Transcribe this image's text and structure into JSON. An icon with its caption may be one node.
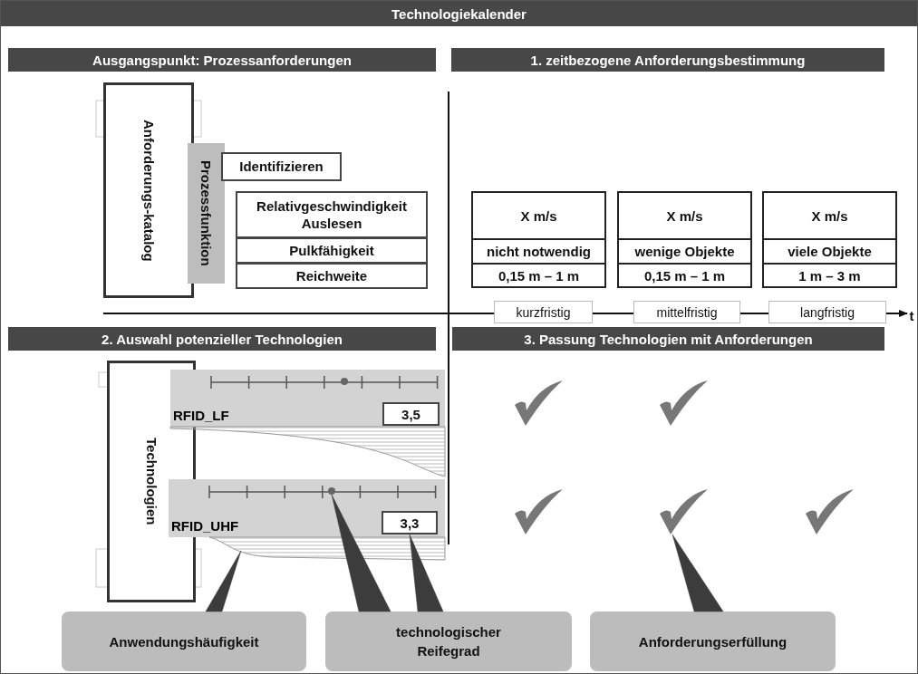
{
  "diagram": {
    "title": "Technologiekalender",
    "nodes": [
      {
        "text": [
          "Anforderungs-katalog"
        ]
      },
      {
        "text": [
          "Prozessfunktion"
        ]
      },
      {
        "text": [
          "Identifizieren"
        ]
      },
      {
        "text": [
          "Relativgeschwindigkeit Auslesen"
        ]
      },
      {
        "text": [
          "Pulkfähigkeit"
        ]
      },
      {
        "text": [
          "Reichweite"
        ]
      },
      {
        "text": [
          "X m/s",
          "nicht notwendig",
          "0,15 m – 1 m"
        ]
      },
      {
        "text": [
          "X m/s",
          "wenige Objekte",
          "0,15 m – 1 m"
        ]
      },
      {
        "text": [
          "X m/s",
          "viele Objekte",
          "1 m – 3 m"
        ]
      },
      {
        "text": [
          "kurzfristig"
        ]
      },
      {
        "text": [
          "mittelfristig"
        ]
      },
      {
        "text": [
          "langfristig"
        ]
      },
      {
        "text": [
          "Technologien"
        ]
      },
      {
        "text": [
          "RFID_LF"
        ]
      },
      {
        "text": [
          "3,5"
        ],
        "in": 13
      },
      {
        "text": [],
        "shape": "circle",
        "in": 13
      },
      {
        "text": [
          "RFID_UHF"
        ]
      },
      {
        "text": [
          "3,3"
        ],
        "in": 16
      },
      {
        "text": [],
        "shape": "circle",
        "in": 16
      },
      {
        "text": [],
        "shape": "checkmark"
      },
      {
        "text": [],
        "shape": "checkmark"
      },
      {
        "text": [],
        "shape": "checkmark"
      },
      {
        "text": [],
        "shape": "checkmark"
      },
      {
        "text": [],
        "shape": "checkmark"
      },
      {
        "text": [
          "Anwendungshäufigkeit"
        ]
      },
      {
        "text": [
          "technologischer Reifegrad"
        ]
      },
      {
        "text": [
          "Anforderungserfüllung"
        ]
      },
      {
        "text": [],
        "shape": "curve"
      },
      {
        "text": [],
        "shape": "curve"
      }
    ],
    "edges": [
      {
        "from": 24,
        "to": 28,
        "arrow": "none"
      },
      {
        "from": 25,
        "to": 18,
        "arrow": "none"
      },
      {
        "from": 25,
        "to": 17,
        "arrow": "none"
      },
      {
        "from": 26,
        "to": 22,
        "arrow": "none"
      }
    ],
    "labels": [
      "Ausgangspunkt: Prozessanforderungen",
      "1. zeitbezogene Anforderungsbestimmung",
      "2. Auswahl potenzieller Technologien",
      "3. Passung Technologien mit Anforderungen",
      "t"
    ]
  }
}
